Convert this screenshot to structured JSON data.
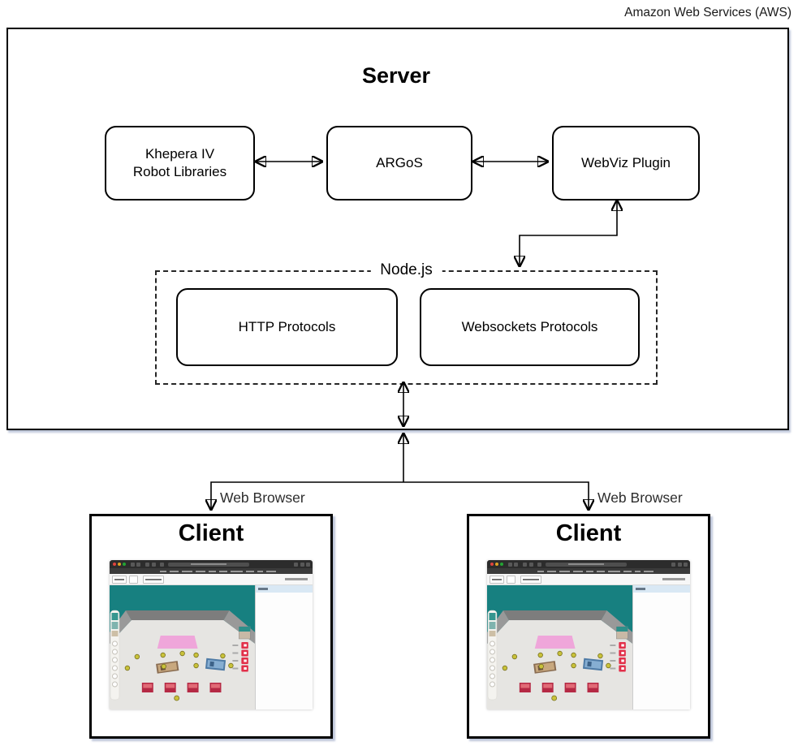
{
  "aws_label": "Amazon Web Services (AWS)",
  "server": {
    "title": "Server",
    "components": [
      {
        "line1": "Khepera IV",
        "line2": "Robot Libraries"
      },
      {
        "line1": "ARGoS",
        "line2": ""
      },
      {
        "line1": "WebViz Plugin",
        "line2": ""
      }
    ],
    "nodejs": {
      "label": "Node.js",
      "modules": [
        {
          "label": "HTTP Protocols"
        },
        {
          "label": "Websockets Protocols"
        }
      ]
    }
  },
  "clients": [
    {
      "title": "Client",
      "browser_label": "Web Browser"
    },
    {
      "title": "Client",
      "browser_label": "Web Browser"
    }
  ],
  "colors": {
    "outline": "#000000",
    "shadow": "#9aa6c4",
    "canvas_teal": "#178080",
    "arena_floor": "#e6e5e2",
    "arena_wall_band": "#7d7d7d",
    "arena_wall_wing": "#999999",
    "pink_zone": "#efa6da",
    "red_box": "#b52944",
    "red_button": "#e2304a",
    "robot_yellow": "#c9c23a",
    "plate_tan": "#c8a87e",
    "plate_blue": "#86aed2",
    "panel_header_blue": "#d9e8f4",
    "browser_chrome_dark": "#2c2c2c"
  }
}
